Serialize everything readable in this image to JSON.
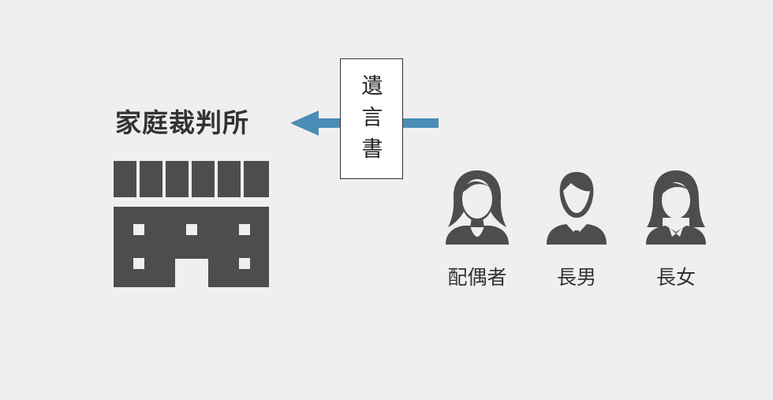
{
  "court": {
    "label": "家庭裁判所"
  },
  "will": {
    "chars": [
      "遺",
      "言",
      "書"
    ]
  },
  "people": [
    {
      "label": "配偶者",
      "icon": "woman-icon"
    },
    {
      "label": "長男",
      "icon": "man-icon"
    },
    {
      "label": "長女",
      "icon": "girl-icon"
    }
  ],
  "colors": {
    "icon": "#4d4d4d",
    "arrow": "#4a8db5",
    "background": "#efefef"
  }
}
